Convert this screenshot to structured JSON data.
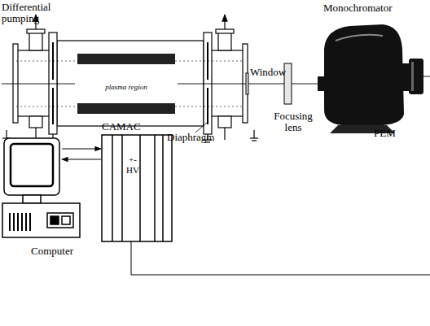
{
  "diagram": {
    "nodes": [
      {
        "text": [
          "plasma region"
        ]
      },
      {
        "text": [
          "Monochromator"
        ]
      },
      {
        "text": [
          "PEM"
        ]
      },
      {
        "text": [
          "Computer"
        ]
      },
      {
        "text": [
          "CAMAC"
        ]
      },
      {
        "text": [
          "+-",
          "HV"
        ],
        "in": 4
      }
    ],
    "edges": [
      {
        "from": 3,
        "to": 4,
        "arrow": "to"
      },
      {
        "from": 4,
        "to": 3,
        "arrow": "to"
      }
    ],
    "labels": [
      "Differential pumping",
      "Window",
      "Focusing lens",
      "Diaphragm"
    ]
  }
}
